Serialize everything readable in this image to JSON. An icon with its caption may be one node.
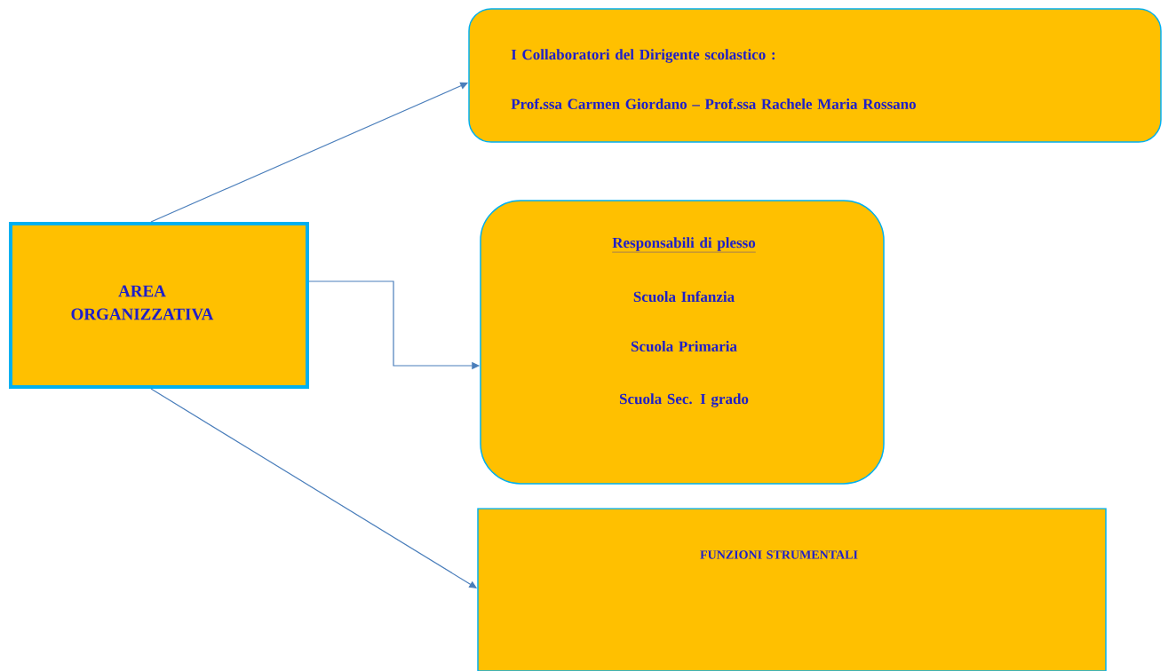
{
  "diagram": {
    "nodes": [
      {
        "text": [
          "AREA ORGANIZZATIVA"
        ]
      },
      {
        "text": [
          "I Collaboratori del Dirigente scolastico :",
          "Prof.ssa Carmen Giordano – Prof.ssa Rachele Maria Rossano"
        ]
      },
      {
        "text": [
          "Responsabili di plesso",
          "Scuola Infanzia",
          "Scuola Primaria",
          "Scuola Sec. I grado"
        ]
      },
      {
        "text": [
          "FUNZIONI  STRUMENTALI"
        ]
      }
    ],
    "edges": [
      {
        "from": 0,
        "to": 1,
        "arrow": "to"
      },
      {
        "from": 0,
        "to": 2,
        "arrow": "to"
      },
      {
        "from": 0,
        "to": 3,
        "arrow": "to"
      }
    ]
  }
}
